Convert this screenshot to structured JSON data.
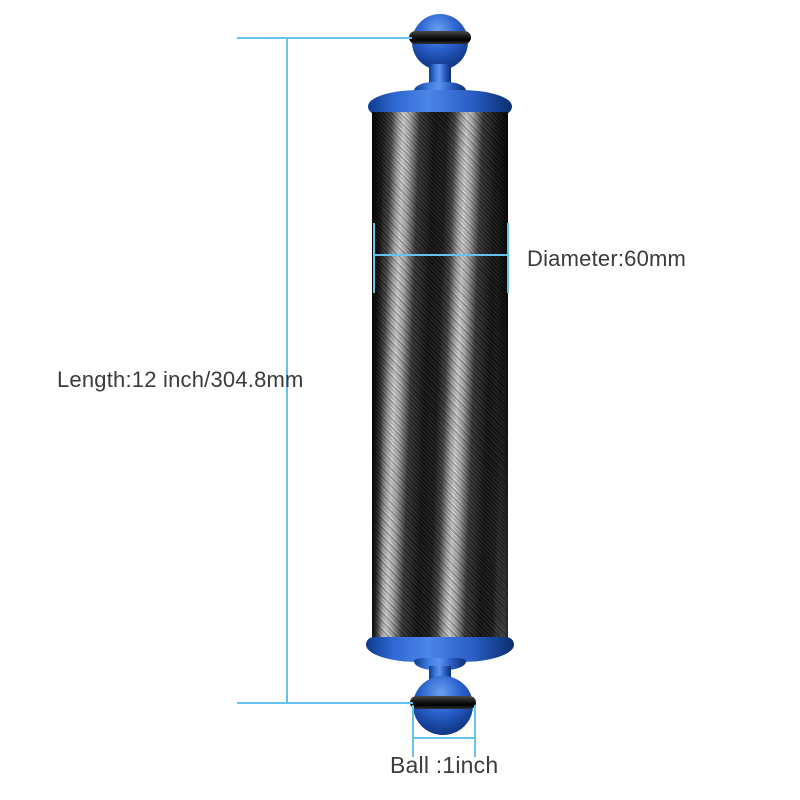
{
  "page": {
    "background": "#ffffff",
    "description": "Product dimension diagram of a carbon fiber float arm with blue aluminum ball ends"
  },
  "product": {
    "name": "carbon-fiber-float-arm",
    "colors": {
      "ball_blue": "#2b62ce",
      "cap_blue": "#2f67d2",
      "oring_black": "#1b1b1b",
      "carbon_dark": "#161616",
      "carbon_light": "#e2e2e2"
    }
  },
  "annotations": {
    "line_color": "#66c3ee",
    "text_color": "#3b3b3b",
    "length": {
      "label": "Length:12 inch/304.8mm"
    },
    "diameter": {
      "label": "Diameter:60mm"
    },
    "ball": {
      "label": "Ball :1inch"
    }
  }
}
